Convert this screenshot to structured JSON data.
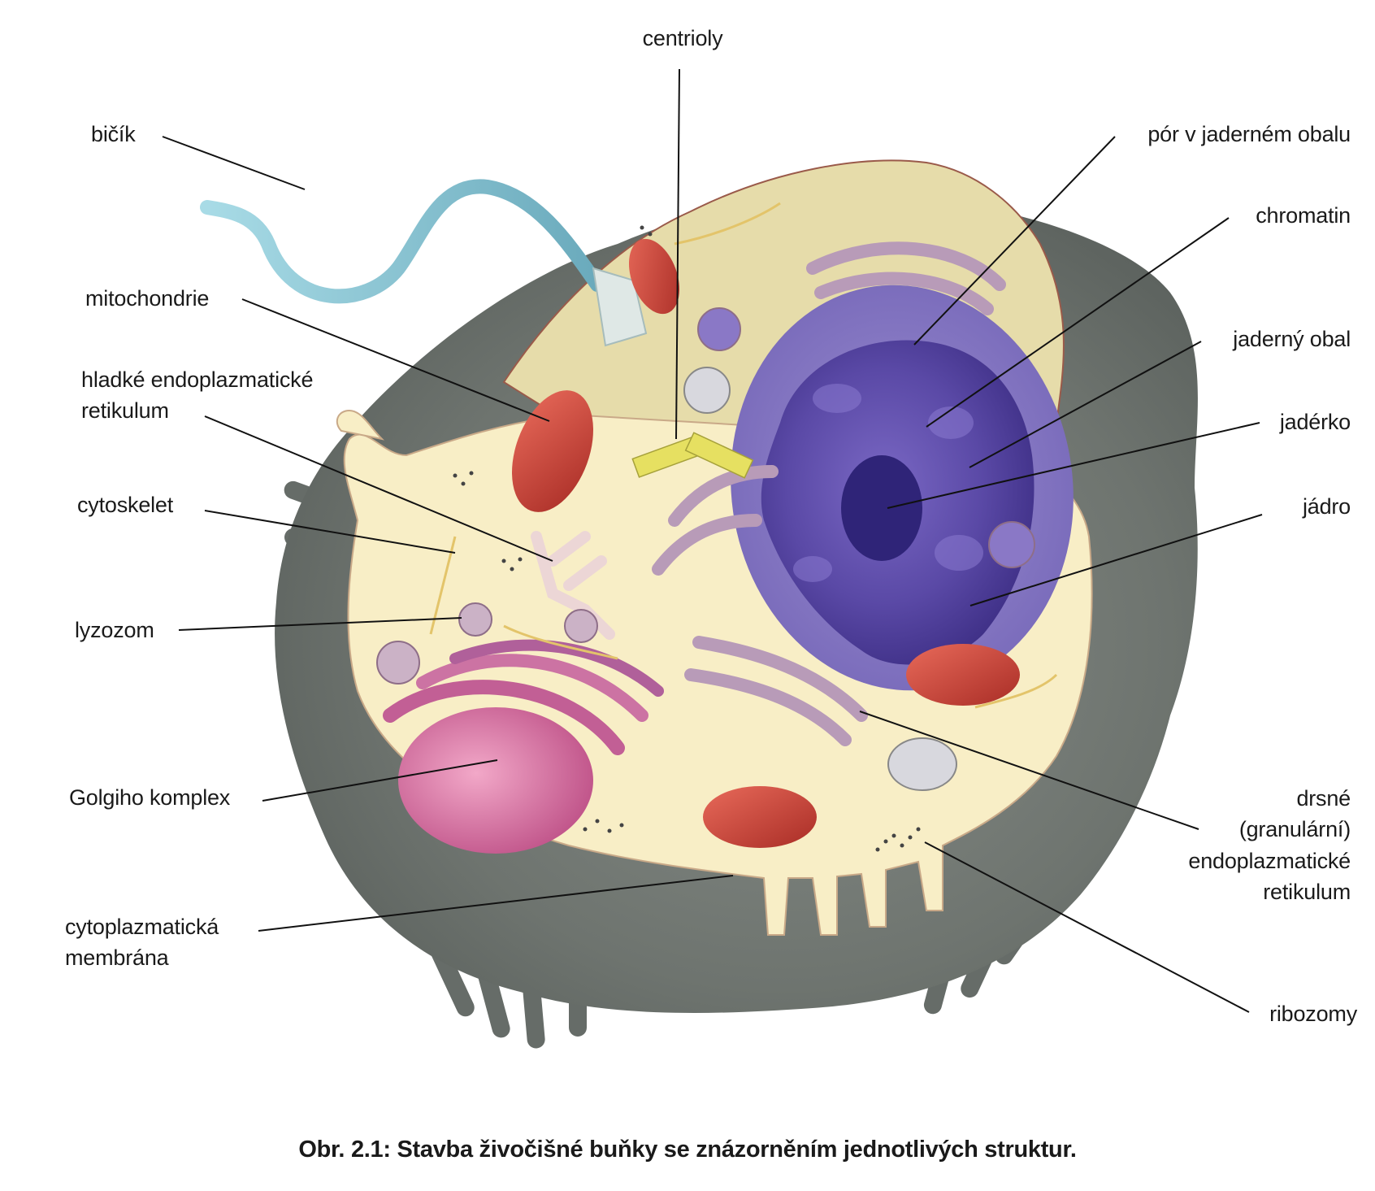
{
  "labels": {
    "centrioly": "centrioly",
    "bicik": "bičík",
    "por": "pór v jaderném obalu",
    "chromatin": "chromatin",
    "mitochondrie": "mitochondrie",
    "jaderny_obal": "jaderný obal",
    "hladke_er_1": "hladké endoplazmatické",
    "hladke_er_2": "retikulum",
    "jaderko": "jadérko",
    "cytoskelet": "cytoskelet",
    "jadro": "jádro",
    "lyzozom": "lyzozom",
    "golgi": "Golgiho komplex",
    "drsne_er_1": "drsné",
    "drsne_er_2": "(granulární)",
    "drsne_er_3": "endoplazmatické",
    "drsne_er_4": "retikulum",
    "cyto_membrana_1": "cytoplazmatická",
    "cyto_membrana_2": "membrána",
    "ribozomy": "ribozomy"
  },
  "caption": "Obr. 2.1: Stavba živočišné buňky se znázorněním jednotlivých struktur.",
  "colors": {
    "outer_cell": "#6f7570",
    "cytoplasm": "#f6ecc0",
    "nucleus": "#5e4fa8",
    "golgi": "#d57aa6",
    "mitochondria": "#c7433a",
    "flagellum": "#7ab9c9",
    "centrioles": "#e6e061"
  }
}
